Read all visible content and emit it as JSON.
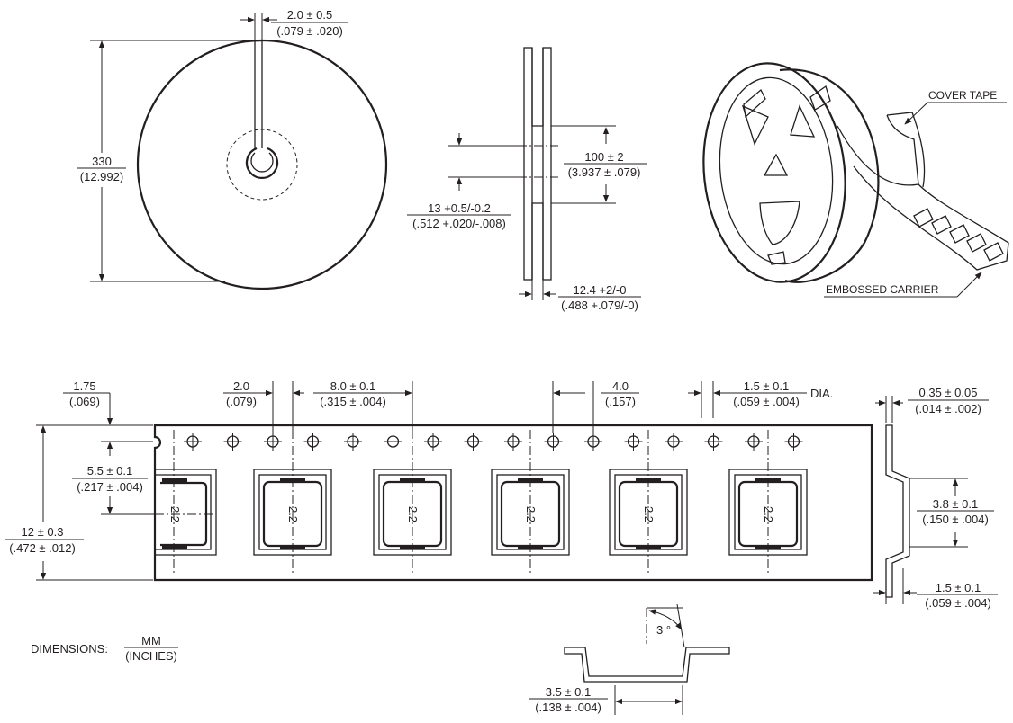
{
  "reel_front": {
    "slot_width_mm": "2.0 ± 0.5",
    "slot_width_in": "(.079 ± .020)",
    "diameter_mm": "330",
    "diameter_in": "(12.992)"
  },
  "reel_side": {
    "hub_mm": "100 ± 2",
    "hub_in": "(3.937 ± .079)",
    "arbor_mm": "13 +0.5/-0.2",
    "arbor_in": "(.512 +.020/-.008)",
    "width_mm": "12.4 +2/-0",
    "width_in": "(.488 +.079/-0)"
  },
  "reel_3d": {
    "cover_tape": "COVER TAPE",
    "embossed_carrier": "EMBOSSED CARRIER"
  },
  "tape": {
    "edge_to_hole_mm": "1.75",
    "edge_to_hole_in": "(.069)",
    "hole_to_pocket_mm": "2.0",
    "hole_to_pocket_in": "(.079)",
    "pocket_pitch_mm": "8.0 ± 0.1",
    "pocket_pitch_in": "(.315 ± .004)",
    "hole_pitch_mm": "4.0",
    "hole_pitch_in": "(.157)",
    "hole_dia_mm": "1.5 ± 0.1",
    "hole_dia_in": "(.059 ± .004)",
    "dia_suffix": "DIA.",
    "hole_to_center_mm": "5.5 ± 0.1",
    "hole_to_center_in": "(.217 ± .004)",
    "tape_width_mm": "12 ± 0.3",
    "tape_width_in": "(.472 ± .012)",
    "part_marking": "2.2"
  },
  "tape_section": {
    "thickness_mm": "0.35 ± 0.05",
    "thickness_in": "(.014 ± .002)",
    "pocket_depth_mm": "3.8 ± 0.1",
    "pocket_depth_in": "(.150 ± .004)",
    "flange_mm": "1.5 ± 0.1",
    "flange_in": "(.059 ± .004)"
  },
  "pocket_section": {
    "angle": "3 °",
    "width_mm": "3.5 ± 0.1",
    "width_in": "(.138 ± .004)"
  },
  "legend": {
    "label": "DIMENSIONS:",
    "unit_top": "MM",
    "unit_bottom": "(INCHES)"
  }
}
